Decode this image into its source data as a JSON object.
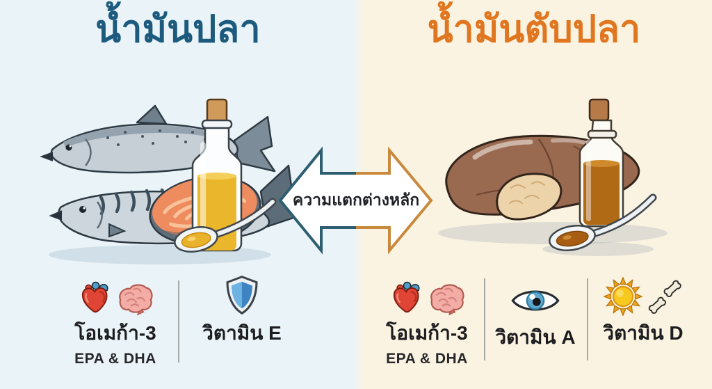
{
  "left_panel": {
    "title": "น้ำมันปลา",
    "illustration": "two whole fish, salmon steak, bottle of golden fish oil and spoon of oil",
    "benefits": [
      {
        "label": "โอเมก้า-3",
        "sublabel": "EPA & DHA",
        "icons": [
          "heart-icon",
          "brain-icon"
        ]
      },
      {
        "label": "วิตามิน E",
        "icons": [
          "shield-icon"
        ]
      }
    ]
  },
  "right_panel": {
    "title": "น้ำมันตับปลา",
    "illustration": "fish liver, bottle of amber cod liver oil and spoon of oil",
    "benefits": [
      {
        "label": "โอเมก้า-3",
        "sublabel": "EPA & DHA",
        "icons": [
          "heart-icon",
          "brain-icon"
        ]
      },
      {
        "label": "วิตามิน A",
        "icons": [
          "eye-icon"
        ]
      },
      {
        "label": "วิตามิน D",
        "icons": [
          "sun-icon",
          "joint-icon"
        ]
      }
    ]
  },
  "center": {
    "arrow_label": "ความแตกต่างหลัก"
  },
  "colors": {
    "left_background": "#eaf4f8",
    "right_background": "#faf3e1",
    "left_title": "#1d5b7e",
    "right_title": "#e0761f",
    "arrow_outline_left": "#2d5e72",
    "arrow_outline_right": "#c9893c",
    "text_dark": "#1d1d20",
    "oil_gold": "#eab62c",
    "oil_amber": "#b06a16"
  }
}
